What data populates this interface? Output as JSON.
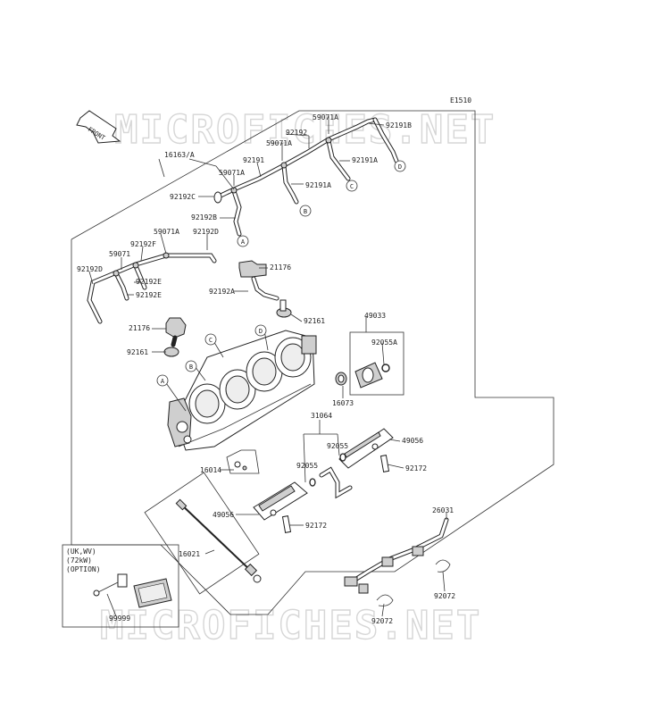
{
  "diagram_code": "E1510",
  "front_label": "FRONT",
  "watermark": "MICROFICHES.NET",
  "option_box": {
    "lines": [
      "(UK,WV)",
      "(72kW)",
      "(OPTION)"
    ],
    "part": "99999"
  },
  "callouts": {
    "a": "A",
    "b": "B",
    "c": "C",
    "d": "D"
  },
  "parts": {
    "p16163": "16163/A",
    "p59071a_1": "59071A",
    "p92191b": "92191B",
    "p92192_top": "92192",
    "p59071a_2": "59071A",
    "p92191": "92191",
    "p92191a_1": "92191A",
    "p59071a_3": "59071A",
    "p92191a_2": "92191A",
    "p92192c": "92192C",
    "p92192b": "92192B",
    "p59071a_4": "59071A",
    "p92192f": "92192F",
    "p92192d_1": "92192D",
    "p59071": "59071",
    "p92192d_2": "92192D",
    "p92192e_1": "92192E",
    "p92192e_2": "92192E",
    "p21176_1": "21176",
    "p92192a": "92192A",
    "p92161_1": "92161",
    "p21176_2": "21176",
    "p92161_2": "92161",
    "p49033": "49033",
    "p92055a": "92055A",
    "p16073": "16073",
    "p31064": "31064",
    "p92055_1": "92055",
    "p92055_2": "92055",
    "p49056_1": "49056",
    "p92172_1": "92172",
    "p16014": "16014",
    "p49056_2": "49056",
    "p92172_2": "92172",
    "p16021": "16021",
    "p26031": "26031",
    "p92072_1": "92072",
    "p92072_2": "92072"
  }
}
